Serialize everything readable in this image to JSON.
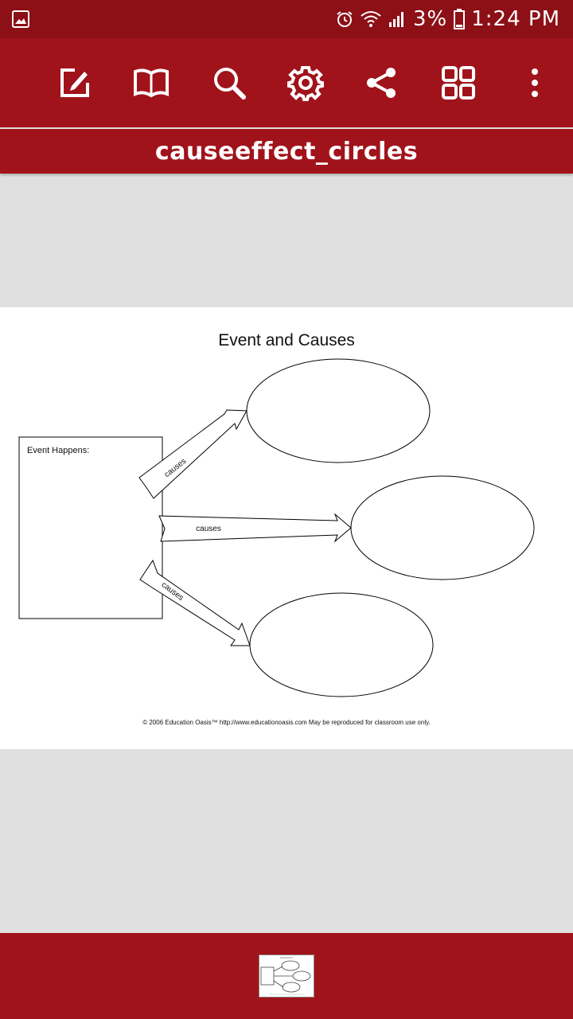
{
  "status_bar": {
    "battery_percent": "3%",
    "time": "1:24 PM",
    "icons": [
      "gallery-notification-icon",
      "alarm-icon",
      "wifi-icon",
      "signal-icon",
      "battery-icon"
    ]
  },
  "toolbar": {
    "icons": [
      "edit-icon",
      "book-icon",
      "search-icon",
      "gear-icon",
      "share-icon",
      "grid-icon",
      "more-vertical-icon"
    ]
  },
  "document": {
    "title": "causeeffect_circles"
  },
  "worksheet": {
    "heading": "Event and Causes",
    "event_label": "Event Happens:",
    "arrow_labels": [
      "causes",
      "causes",
      "causes"
    ],
    "footer": "© 2006 Education Oasis™  http://www.educationoasis.com  May be reproduced for classroom use only."
  },
  "colors": {
    "status_bar": "#8c1016",
    "toolbar": "#a0131b",
    "background": "#e0e0e0",
    "page": "#ffffff"
  }
}
